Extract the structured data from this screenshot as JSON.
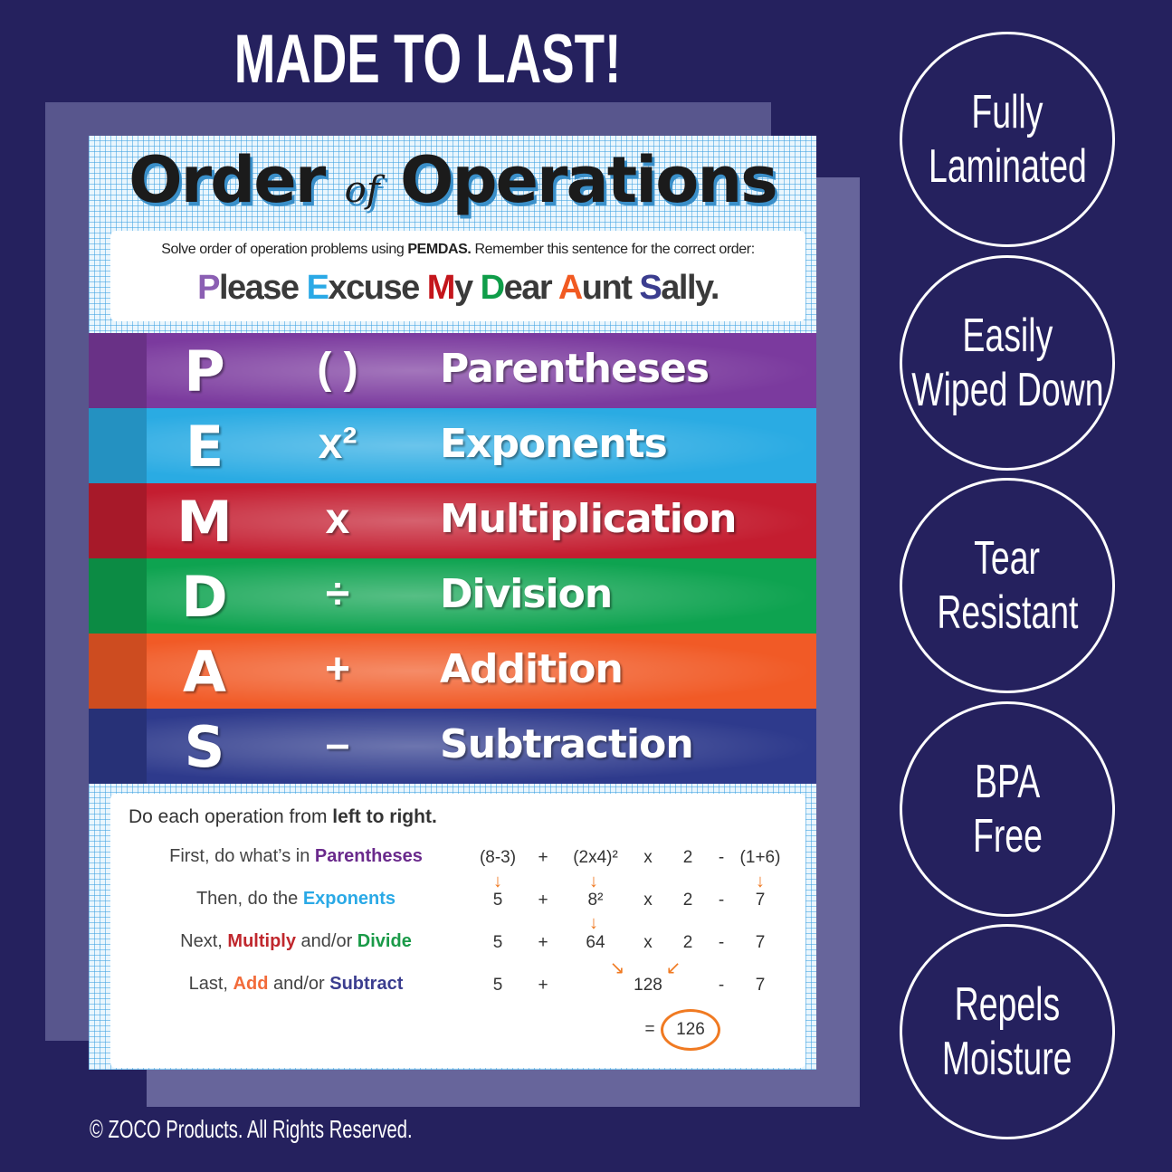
{
  "headline": "MADE TO LAST!",
  "poster": {
    "title_a": "Order",
    "title_of": "of",
    "title_b": "Operations",
    "intro_prefix": "Solve order of operation problems using ",
    "intro_bold": "PEMDAS.",
    "intro_suffix": " Remember this sentence for the correct order:",
    "mnemonic": [
      {
        "cap": "P",
        "rest": "lease ",
        "color": "#8b5fb3"
      },
      {
        "cap": "E",
        "rest": "xcuse ",
        "color": "#2aa9e6"
      },
      {
        "cap": "M",
        "rest": "y ",
        "color": "#c4161c"
      },
      {
        "cap": "D",
        "rest": "ear ",
        "color": "#0f9d49"
      },
      {
        "cap": "A",
        "rest": "unt ",
        "color": "#f15a22"
      },
      {
        "cap": "S",
        "rest": "ally.",
        "color": "#3b3d8f"
      }
    ],
    "bands": [
      {
        "letter": "P",
        "symbol": "( )",
        "word": "Parentheses",
        "color": "#7b3a9e"
      },
      {
        "letter": "E",
        "symbol": "x²",
        "word": "Exponents",
        "color": "#2aabe3"
      },
      {
        "letter": "M",
        "symbol": "x",
        "word": "Multiplication",
        "color": "#c41d30"
      },
      {
        "letter": "D",
        "symbol": "÷",
        "word": "Division",
        "color": "#0ea350"
      },
      {
        "letter": "A",
        "symbol": "+",
        "word": "Addition",
        "color": "#f15a26"
      },
      {
        "letter": "S",
        "symbol": "–",
        "word": "Subtraction",
        "color": "#2e3a8c"
      }
    ],
    "steps_head_a": "Do each operation from ",
    "steps_head_b": "left to right.",
    "steps": [
      {
        "a": "First, do what’s in ",
        "b": "Parentheses",
        "bc": "#6a2a8c",
        "c": "",
        "d": "",
        "dc": ""
      },
      {
        "a": "Then, do the ",
        "b": "Exponents",
        "bc": "#2aa9e6",
        "c": "",
        "d": "",
        "dc": ""
      },
      {
        "a": "Next, ",
        "b": "Multiply",
        "bc": "#c0272d",
        "c": " and/or ",
        "d": "Divide",
        "dc": "#1a9a48"
      },
      {
        "a": "Last, ",
        "b": "Add",
        "bc": "#f26b3a",
        "c": " and/or ",
        "d": "Subtract",
        "dc": "#3b3d8f"
      }
    ],
    "expr": [
      [
        "(8-3)",
        "+",
        "(2x4)²",
        "x",
        "2",
        "-",
        "(1+6)"
      ],
      [
        "5",
        "+",
        "8²",
        "x",
        "2",
        "-",
        "7"
      ],
      [
        "5",
        "+",
        "64",
        "x",
        "2",
        "-",
        "7"
      ],
      [
        "5",
        "+",
        "",
        "128",
        "",
        "-",
        "7"
      ]
    ],
    "result_eq": "=",
    "result": "126",
    "accent": "#f07a22"
  },
  "badges": [
    [
      "Fully",
      "Laminated"
    ],
    [
      "Easily",
      "Wiped Down"
    ],
    [
      "Tear",
      "Resistant"
    ],
    [
      "BPA",
      "Free"
    ],
    [
      "Repels",
      "Moisture"
    ]
  ],
  "copyright": "© ZOCO Products. All Rights Reserved.",
  "colors": {
    "background": "#25215e"
  }
}
